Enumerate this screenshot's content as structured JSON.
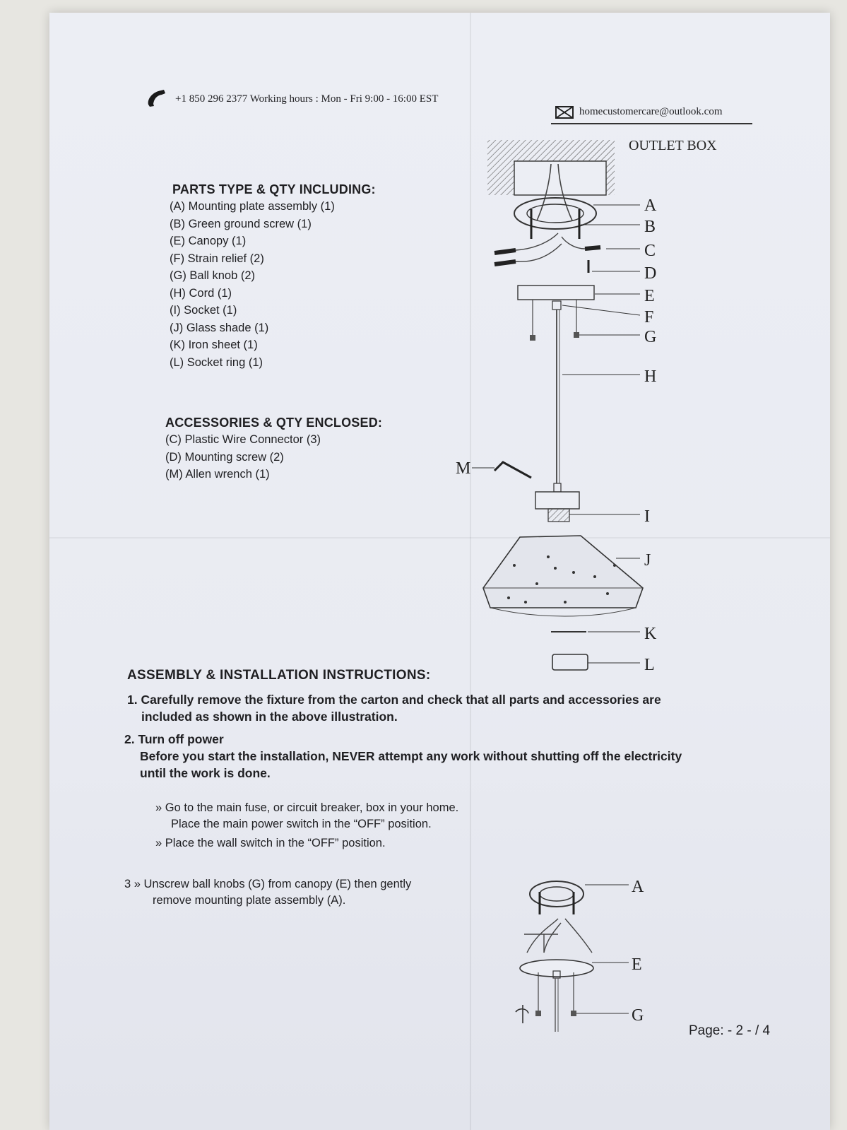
{
  "header": {
    "phone": "+1 850 296 2377 Working hours : Mon - Fri 9:00 - 16:00 EST",
    "email": "homecustomercare@outlook.com",
    "phone_icon": "phone-icon",
    "email_icon": "envelope-icon"
  },
  "diagram": {
    "outlet_box_label": "OUTLET BOX",
    "labels": [
      "A",
      "B",
      "C",
      "D",
      "E",
      "F",
      "G",
      "H",
      "M",
      "I",
      "J",
      "K",
      "L"
    ],
    "step3_labels": [
      "A",
      "E",
      "G"
    ]
  },
  "parts": {
    "title": "PARTS TYPE & QTY INCLUDING:",
    "items": [
      "(A) Mounting plate assembly (1)",
      "(B) Green ground screw (1)",
      "(E) Canopy (1)",
      "(F) Strain relief (2)",
      "(G) Ball knob (2)",
      "(H) Cord (1)",
      "(I) Socket (1)",
      "(J) Glass shade (1)",
      "(K) Iron sheet (1)",
      "(L) Socket ring (1)"
    ]
  },
  "accessories": {
    "title": "ACCESSORIES & QTY ENCLOSED:",
    "items": [
      "(C) Plastic Wire Connector (3)",
      "(D) Mounting screw (2)",
      "(M) Allen wrench (1)"
    ]
  },
  "instructions": {
    "title": "ASSEMBLY & INSTALLATION INSTRUCTIONS:",
    "step1_line1": "1. Carefully remove the fixture from the carton and check that all parts and accessories are",
    "step1_line2": "included as shown in the above illustration.",
    "step2_title": "2. Turn off power",
    "step2_line1": "Before you start the installation, NEVER attempt any work without shutting off the electricity",
    "step2_line2": "until the work is done.",
    "bullet1_line1": "» Go to the main fuse, or circuit breaker, box in your home.",
    "bullet1_line2": "Place the main power switch in the “OFF” position.",
    "bullet2": "» Place the wall switch in the “OFF” position.",
    "step3_line1": "3 » Unscrew ball knobs (G) from canopy (E) then gently",
    "step3_line2": "remove mounting plate assembly (A)."
  },
  "page": "Page: - 2 - / 4"
}
